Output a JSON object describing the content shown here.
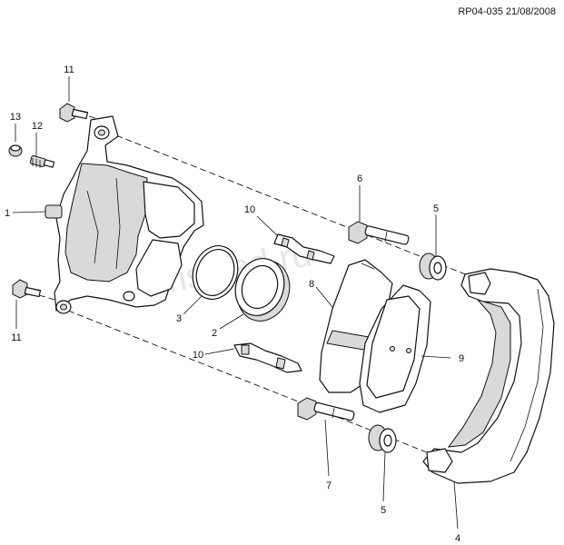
{
  "reference": "RP04-035 21/08/2008",
  "watermark": "gmsklad.ru",
  "callouts": {
    "c11_top": "11",
    "c13": "13",
    "c12": "12",
    "c1": "1",
    "c11_bottom": "11",
    "c3": "3",
    "c2": "2",
    "c10_top": "10",
    "c10_bottom": "10",
    "c8": "8",
    "c6": "6",
    "c5_top": "5",
    "c9": "9",
    "c7": "7",
    "c5_bottom": "5",
    "c4": "4"
  }
}
